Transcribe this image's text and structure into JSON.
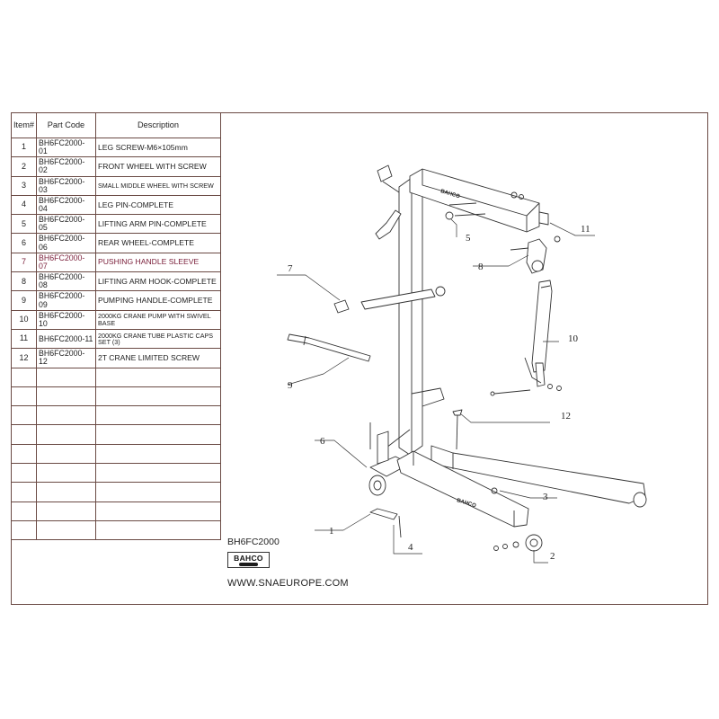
{
  "table": {
    "headers": {
      "item": "Item#",
      "code": "Part Code",
      "desc": "Description"
    },
    "rows": [
      {
        "item": "1",
        "code": "BH6FC2000-01",
        "desc": "LEG SCREW-M6×105mm"
      },
      {
        "item": "2",
        "code": "BH6FC2000-02",
        "desc": "FRONT WHEEL WITH SCREW"
      },
      {
        "item": "3",
        "code": "BH6FC2000-03",
        "desc": "SMALL MIDDLE WHEEL WITH SCREW"
      },
      {
        "item": "4",
        "code": "BH6FC2000-04",
        "desc": "LEG PIN-COMPLETE"
      },
      {
        "item": "5",
        "code": "BH6FC2000-05",
        "desc": "LIFTING ARM PIN-COMPLETE"
      },
      {
        "item": "6",
        "code": "BH6FC2000-06",
        "desc": "REAR WHEEL-COMPLETE"
      },
      {
        "item": "7",
        "code": "BH6FC2000-07",
        "desc": "PUSHING HANDLE SLEEVE"
      },
      {
        "item": "8",
        "code": "BH6FC2000-08",
        "desc": "LIFTING ARM HOOK-COMPLETE"
      },
      {
        "item": "9",
        "code": "BH6FC2000-09",
        "desc": "PUMPING HANDLE-COMPLETE"
      },
      {
        "item": "10",
        "code": "BH6FC2000-10",
        "desc": "2000KG CRANE PUMP WITH SWIVEL BASE"
      },
      {
        "item": "11",
        "code": "BH6FC2000-11",
        "desc": "2000KG CRANE TUBE PLASTIC CAPS SET (3)"
      },
      {
        "item": "12",
        "code": "BH6FC2000-12",
        "desc": "2T CRANE LIMITED SCREW"
      }
    ]
  },
  "footer": {
    "model_code": "BH6FC2000",
    "logo_text": "BAHCO",
    "website": "WWW.SNAEUROPE.COM"
  },
  "drawing": {
    "callouts": [
      "1",
      "2",
      "3",
      "4",
      "5",
      "6",
      "7",
      "8",
      "9",
      "10",
      "11",
      "12"
    ],
    "brand_label": "BAHCO"
  },
  "colors": {
    "border": "#6a4a44",
    "highlight_text": "#7a1f3a",
    "line": "#333333"
  }
}
